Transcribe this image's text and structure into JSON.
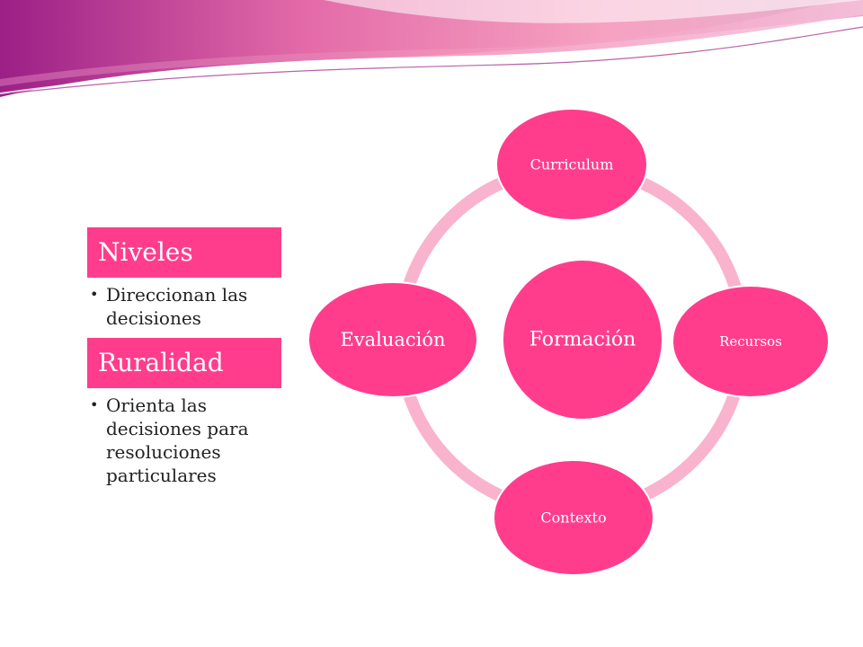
{
  "colors": {
    "pink": "#ff3d8c",
    "ring": "#f9b3cd",
    "wave_dark": "#a8278a",
    "wave_light": "#f7a3c4"
  },
  "legend": [
    {
      "title": "Niveles",
      "bullets": [
        "Direccionan las decisiones"
      ]
    },
    {
      "title": "Ruralidad",
      "bullets": [
        "Orienta las decisiones para resoluciones particulares"
      ]
    }
  ],
  "diagram": {
    "center": "Formación",
    "nodes": [
      {
        "label": "Curriculum"
      },
      {
        "label": "Recursos"
      },
      {
        "label": "Contexto"
      },
      {
        "label": "Evaluación"
      }
    ]
  }
}
